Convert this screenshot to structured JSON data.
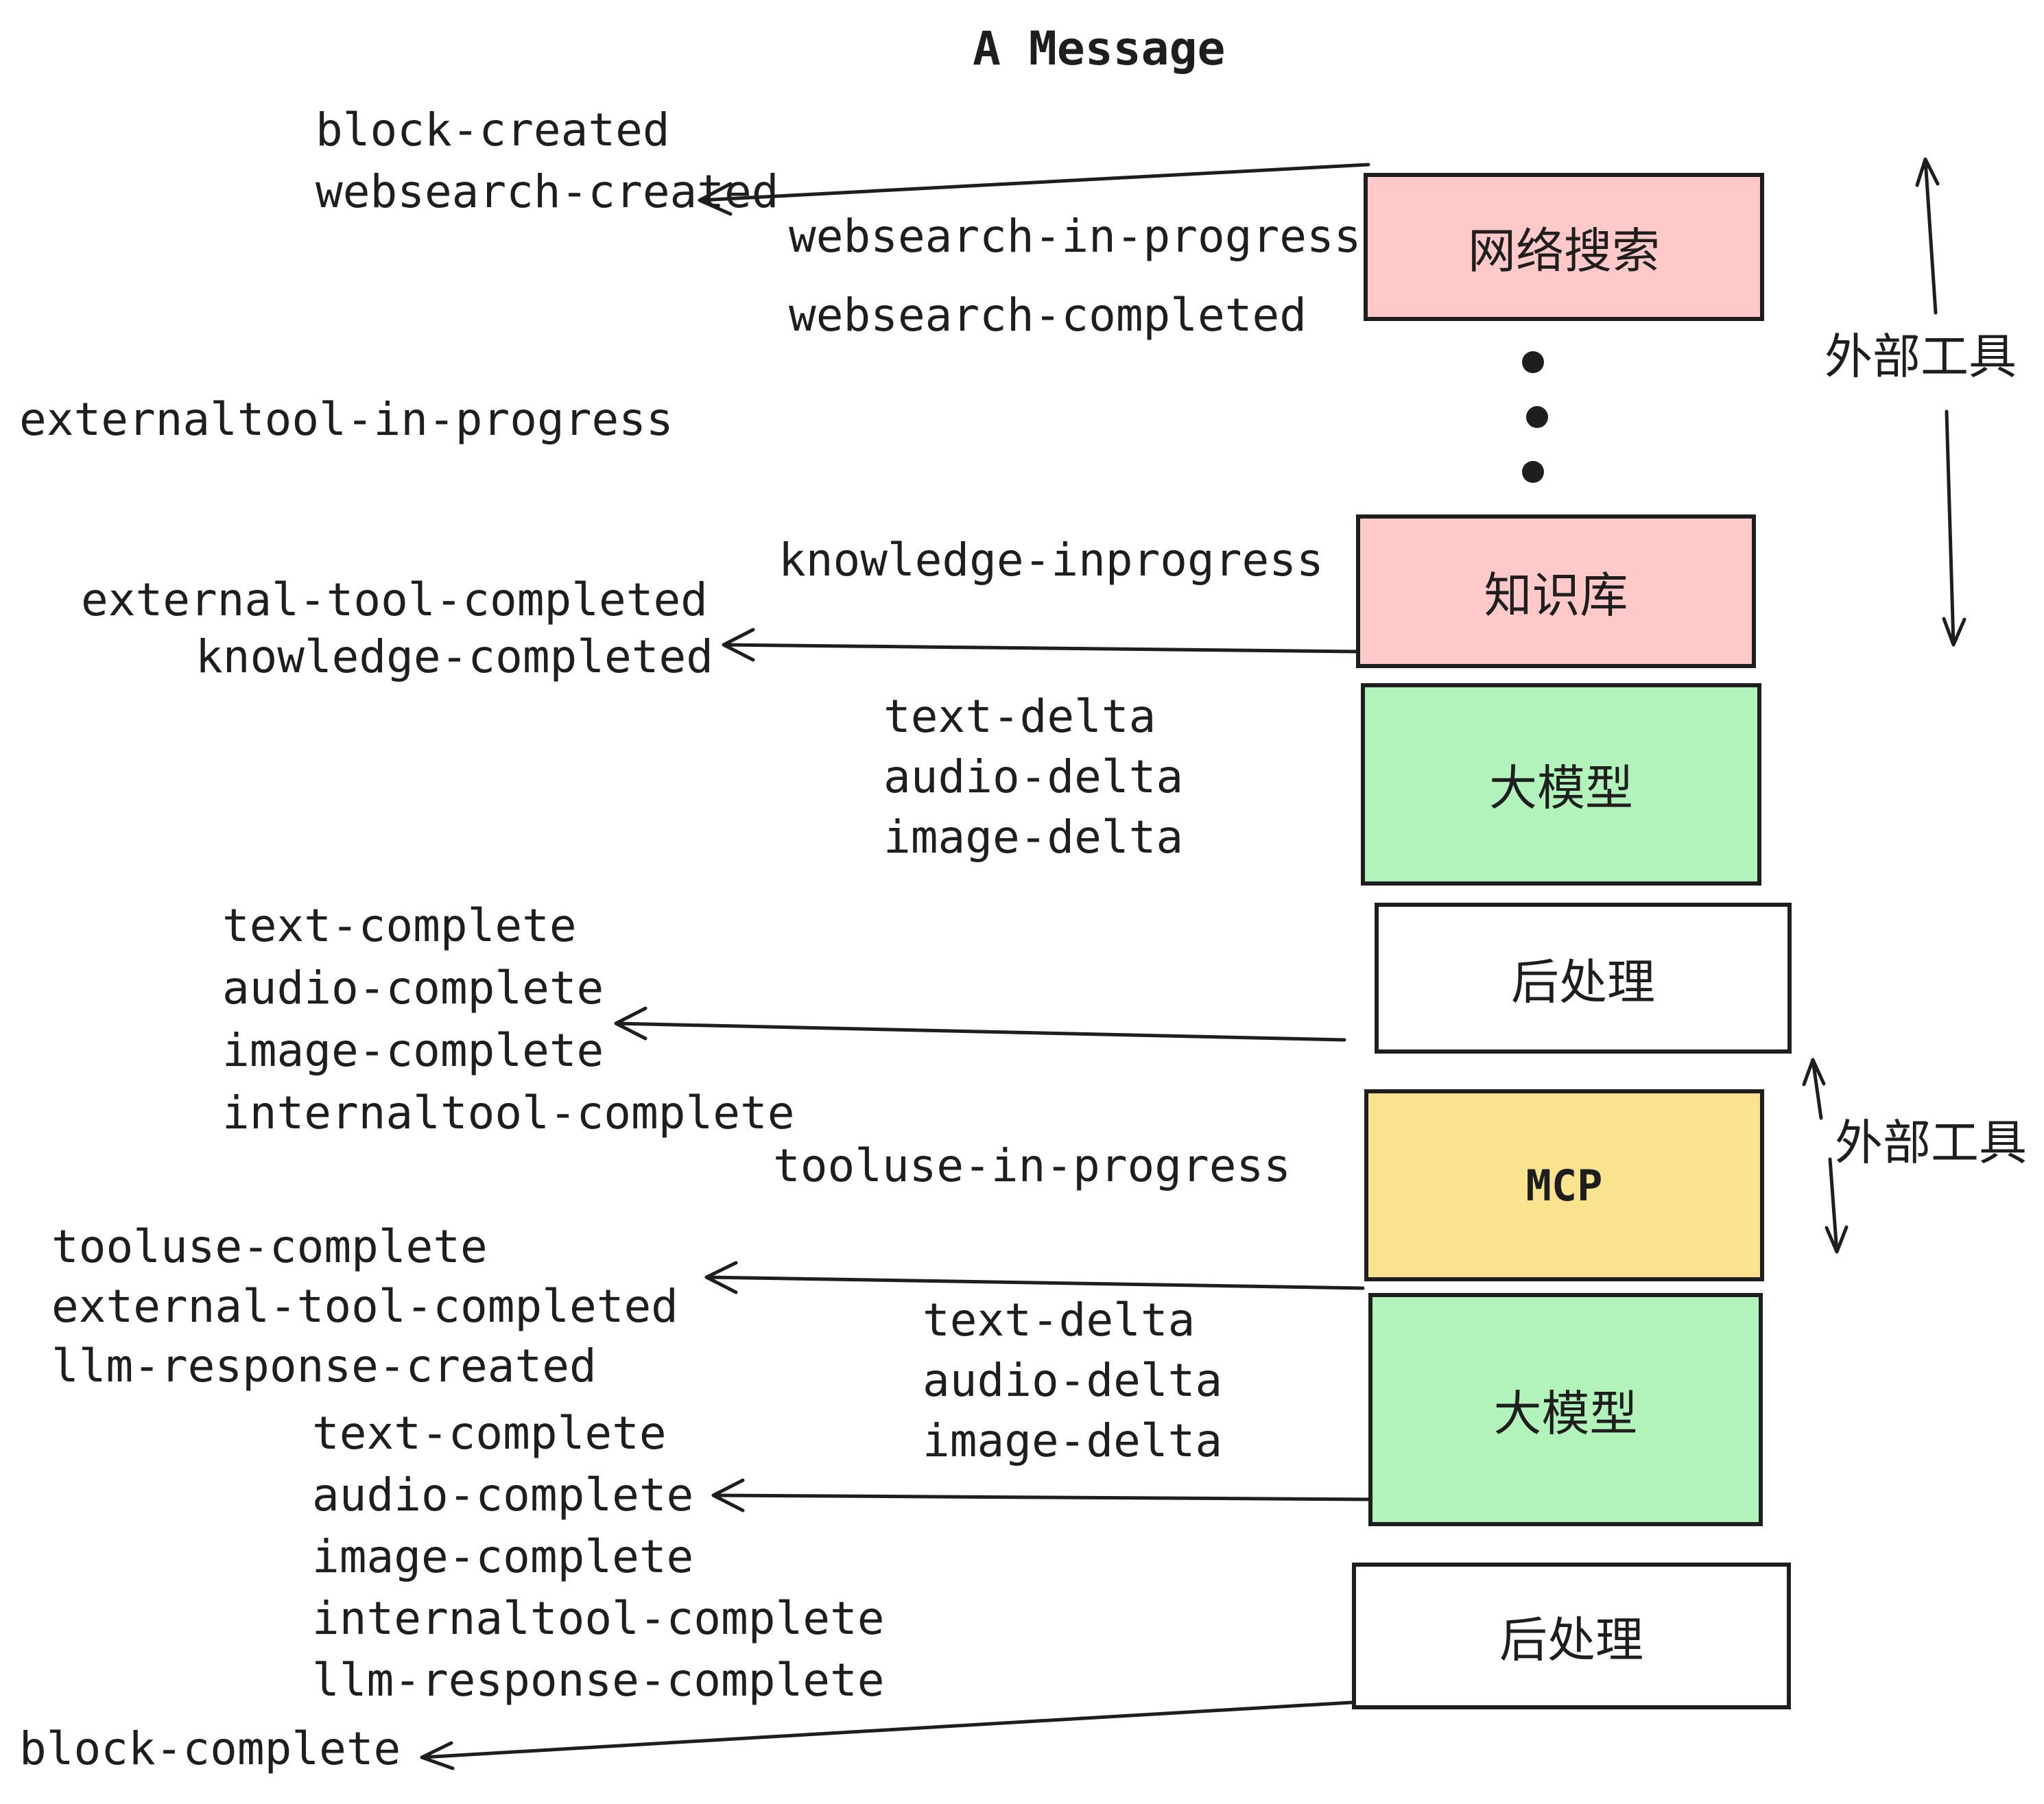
{
  "title": "A Message",
  "colors": {
    "ink": "#1e1e1e",
    "pink": "#ffc9c9",
    "green": "#b2f2bb",
    "yellow": "#fae38f",
    "white": "#ffffff"
  },
  "boxes": {
    "websearch": "网络搜索",
    "knowledge": "知识库",
    "llm1": "大模型",
    "post1": "后处理",
    "mcp": "MCP",
    "llm2": "大模型",
    "post2": "后处理"
  },
  "side_labels": {
    "external_tools_top": "外部工具",
    "external_tools_bottom": "外部工具"
  },
  "events": {
    "block_created": "block-created",
    "websearch_created": "websearch-created",
    "websearch_in_progress": "websearch-in-progress",
    "websearch_completed": "websearch-completed",
    "externaltool_in_progress": "externaltool-in-progress",
    "knowledge_inprogress": "knowledge-inprogress",
    "external_tool_completed": "external-tool-completed",
    "knowledge_completed": "knowledge-completed",
    "delta1": [
      "text-delta",
      "audio-delta",
      "image-delta"
    ],
    "complete1": [
      "text-complete",
      "audio-complete",
      "image-complete",
      "internaltool-complete"
    ],
    "tooluse_in_progress": "tooluse-in-progress",
    "tooluse_complete": "tooluse-complete",
    "external_tool_completed2": "external-tool-completed",
    "llm_response_created": "llm-response-created",
    "delta2": [
      "text-delta",
      "audio-delta",
      "image-delta"
    ],
    "complete2": [
      "text-complete",
      "audio-complete",
      "image-complete",
      "internaltool-complete",
      "llm-response-complete"
    ],
    "block_complete": "block-complete"
  }
}
